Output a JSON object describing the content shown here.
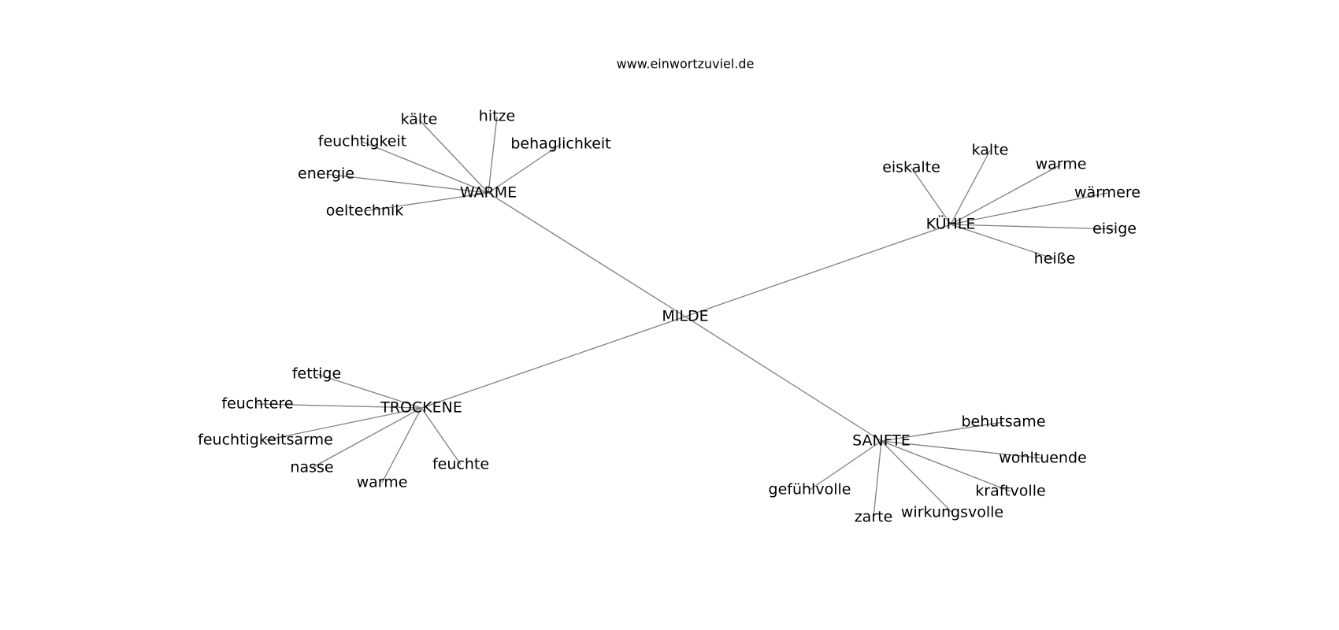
{
  "source": "www.einwortzuviel.de",
  "graph": {
    "center": "MILDE",
    "hubs": [
      {
        "label": "WARME",
        "leaves": [
          "kälte",
          "hitze",
          "feuchtigkeit",
          "behaglichkeit",
          "energie",
          "oeltechnik"
        ]
      },
      {
        "label": "KÜHLE",
        "leaves": [
          "eiskalte",
          "kalte",
          "warme",
          "wärmere",
          "eisige",
          "heiße"
        ]
      },
      {
        "label": "TROCKENE",
        "leaves": [
          "fettige",
          "feuchtere",
          "feuchtigkeitsarme",
          "nasse",
          "warme",
          "feuchte"
        ]
      },
      {
        "label": "SANFTE",
        "leaves": [
          "behutsame",
          "wohltuende",
          "kraftvolle",
          "wirkungsvolle",
          "zarte",
          "gefühlvolle"
        ]
      }
    ]
  }
}
